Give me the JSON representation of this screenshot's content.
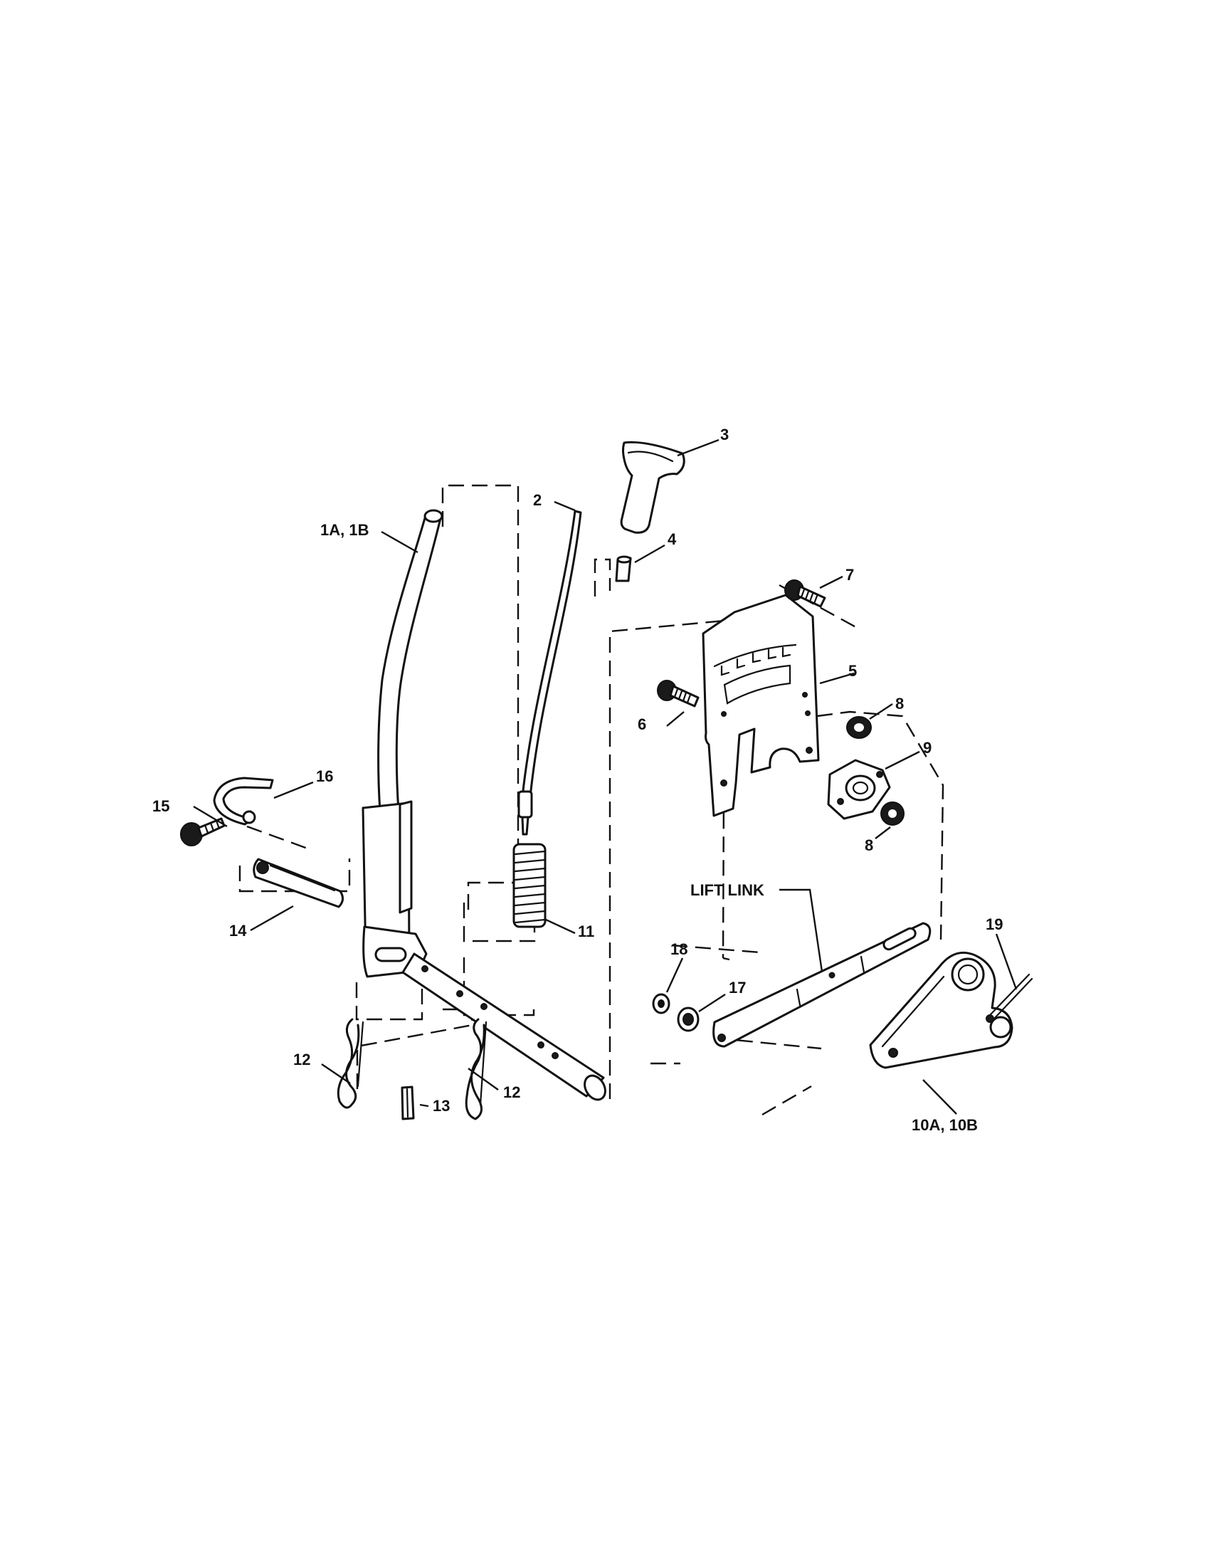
{
  "callouts": {
    "c1": "1A, 1B",
    "c2": "2",
    "c3": "3",
    "c4": "4",
    "c5": "5",
    "c6": "6",
    "c7": "7",
    "c8a": "8",
    "c8b": "8",
    "c9": "9",
    "c10": "10A, 10B",
    "c11": "11",
    "c12a": "12",
    "c12b": "12",
    "c13": "13",
    "c14": "14",
    "c15": "15",
    "c16": "16",
    "c17": "17",
    "c18": "18",
    "c19": "19",
    "lift_link": "LIFT LINK"
  }
}
